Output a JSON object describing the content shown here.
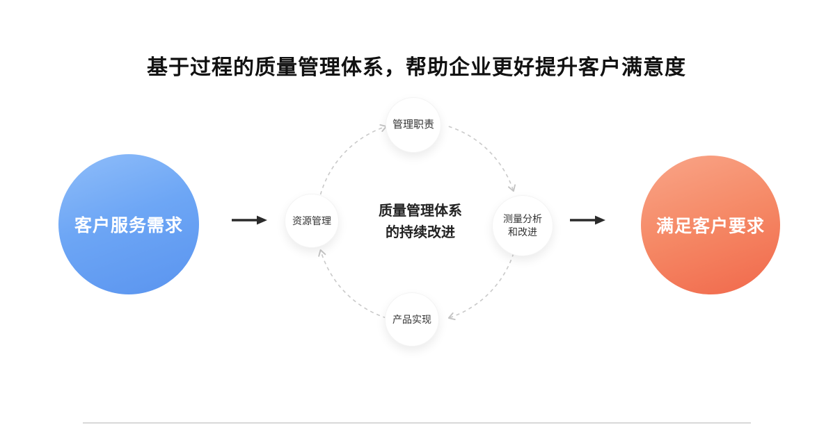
{
  "title": "基于过程的质量管理体系，帮助企业更好提升客户满意度",
  "flow": {
    "input_circle_label": "客户服务需求",
    "output_circle_label": "满足客户要求"
  },
  "cycle": {
    "center": {
      "line1": "质量管理体系",
      "line2": "的持续改进"
    },
    "nodes": {
      "top": "管理职责",
      "left": "资源管理",
      "right": {
        "line1": "测量分析",
        "line2": "和改进"
      },
      "bottom": "产品实现"
    }
  },
  "colors": {
    "input_circle_gradient_start": "#8fbdf9",
    "input_circle_gradient_end": "#5a94ef",
    "output_circle_gradient_start": "#f9a588",
    "output_circle_gradient_end": "#f1684b",
    "solid_arrow": "#2b2b2b",
    "dashed_arc": "#c9c9c9",
    "node_text": "#333333",
    "title_text": "#111111",
    "circle_text": "#ffffff"
  }
}
